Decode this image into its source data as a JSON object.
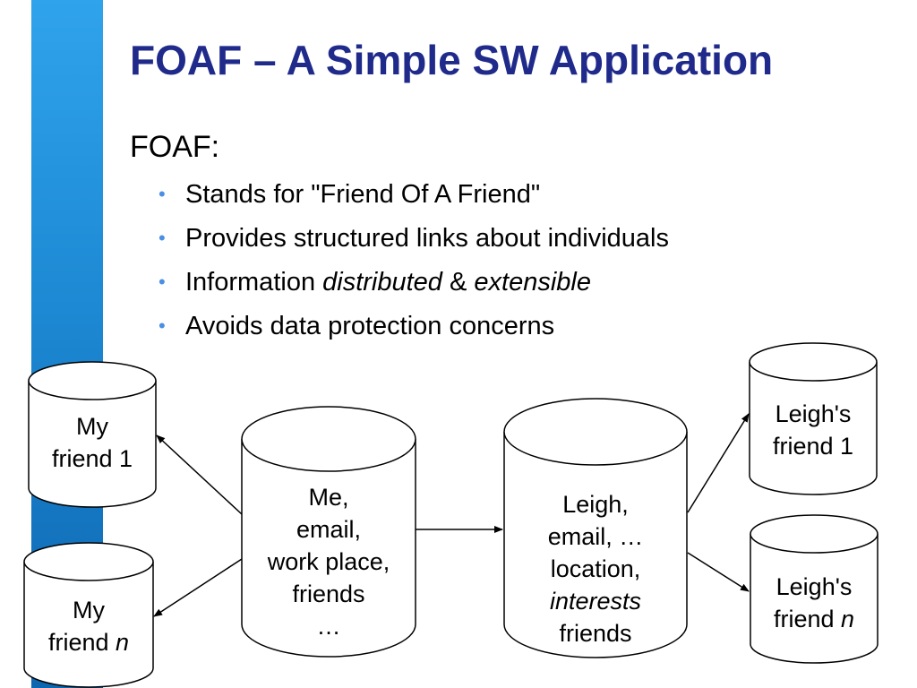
{
  "slide": {
    "title": "FOAF – A Simple SW Application",
    "subtitle": "FOAF:",
    "bullets": [
      {
        "text": "Stands for \"Friend Of A Friend\""
      },
      {
        "text": "Provides structured links about individuals"
      },
      {
        "info_prefix": "Information ",
        "info_distributed": "distributed",
        "info_amp": " & ",
        "info_extensible": "extensible"
      },
      {
        "text": "Avoids data protection concerns"
      }
    ]
  },
  "diagram": {
    "my_friend_1": {
      "line1": "My",
      "line2": "friend 1"
    },
    "my_friend_n": {
      "line1": "My",
      "line2_prefix": "friend ",
      "line2_italic": "n"
    },
    "me": {
      "line1": "Me,",
      "line2": "email,",
      "line3": "work place,",
      "line4": "friends",
      "line5": "…"
    },
    "leigh": {
      "line1": "Leigh,",
      "line2": "email, …",
      "line3": "location,",
      "line4": "interests",
      "line5": "friends"
    },
    "leighs_friend_1": {
      "line1": "Leigh's",
      "line2": "friend 1"
    },
    "leighs_friend_n": {
      "line1": "Leigh's",
      "line2_prefix": "friend ",
      "line2_italic": "n"
    }
  },
  "colors": {
    "title": "#1f2a8a",
    "sidebar": "#1d88d3",
    "bullet": "#4a90e2"
  }
}
